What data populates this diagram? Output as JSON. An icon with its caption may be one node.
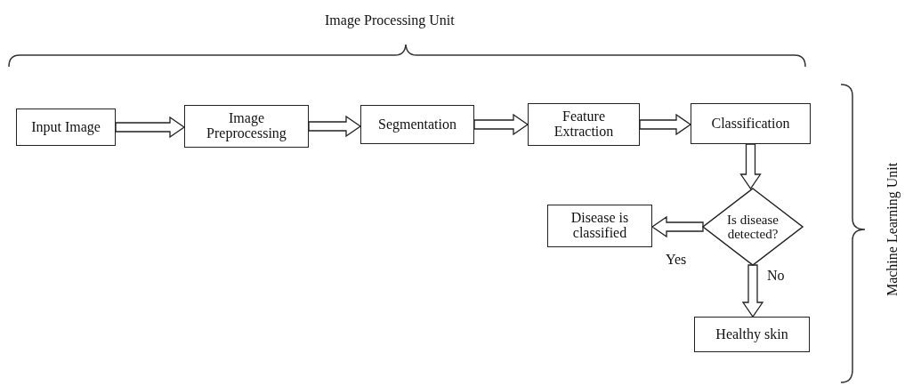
{
  "diagram": {
    "nodes": [
      {
        "text": [
          "Input Image"
        ]
      },
      {
        "text": [
          "Image Preprocessing"
        ]
      },
      {
        "text": [
          "Segmentation"
        ]
      },
      {
        "text": [
          "Feature Extraction"
        ]
      },
      {
        "text": [
          "Classification"
        ]
      },
      {
        "text": [
          "Is disease detected?"
        ]
      },
      {
        "text": [
          "Disease is classified"
        ]
      },
      {
        "text": [
          "Healthy skin"
        ]
      }
    ],
    "edges": [
      {
        "from": 0,
        "to": 1,
        "arrow": "to"
      },
      {
        "from": 1,
        "to": 2,
        "arrow": "to"
      },
      {
        "from": 2,
        "to": 3,
        "arrow": "to"
      },
      {
        "from": 3,
        "to": 4,
        "arrow": "to"
      },
      {
        "from": 4,
        "to": 5,
        "arrow": "to"
      },
      {
        "from": 5,
        "to": 6,
        "arrow": "to",
        "label": "Yes"
      },
      {
        "from": 5,
        "to": 7,
        "arrow": "to",
        "label": "No"
      }
    ],
    "labels": [
      "Image Processing Unit",
      "Machine Learning Unit"
    ]
  }
}
